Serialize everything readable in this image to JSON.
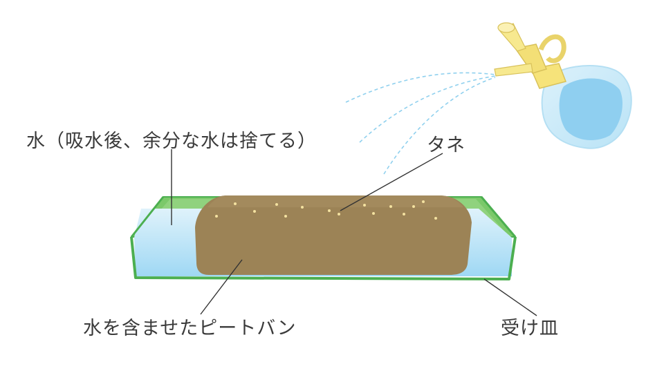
{
  "labels": {
    "water": "水（吸水後、余分な水は捨てる）",
    "seed": "タネ",
    "peat": "水を含ませたピートバン",
    "tray": "受け皿"
  },
  "colors": {
    "tray_green": "#4caf50",
    "water_blue": "#a9dcf5",
    "peat_brown": "#9c8356",
    "seed_dot": "#f4e2a0",
    "sprayer_yellow": "#f6e37a",
    "spray_mist": "#8fd0ee",
    "leader_line": "#333333"
  },
  "icons": {
    "sprayer": "spray-bottle-icon"
  }
}
